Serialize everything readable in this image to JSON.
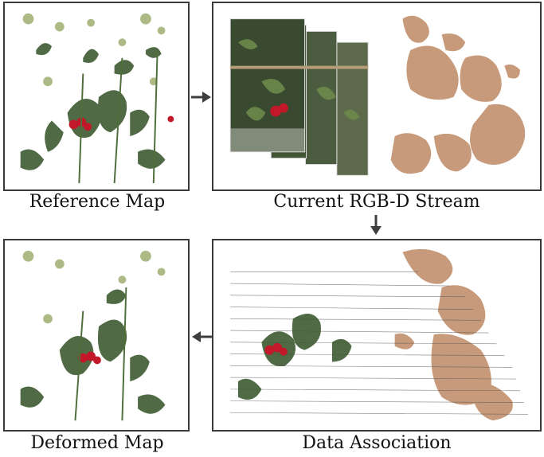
{
  "captions": {
    "reference_map": "Reference Map",
    "current_stream": "Current RGB-D Stream",
    "data_association": "Data Association",
    "deformed_map": "Deformed Map"
  },
  "colors": {
    "border": "#3a3a3a",
    "arrow": "#3c3f3c",
    "leaf_dark": "#2f4d2a",
    "leaf_mid": "#4f6e3b",
    "leaf_light": "#9aa968",
    "fruit_red": "#c3182a",
    "point_cloud_tan": "#c69a7a",
    "association_line": "#555555"
  }
}
